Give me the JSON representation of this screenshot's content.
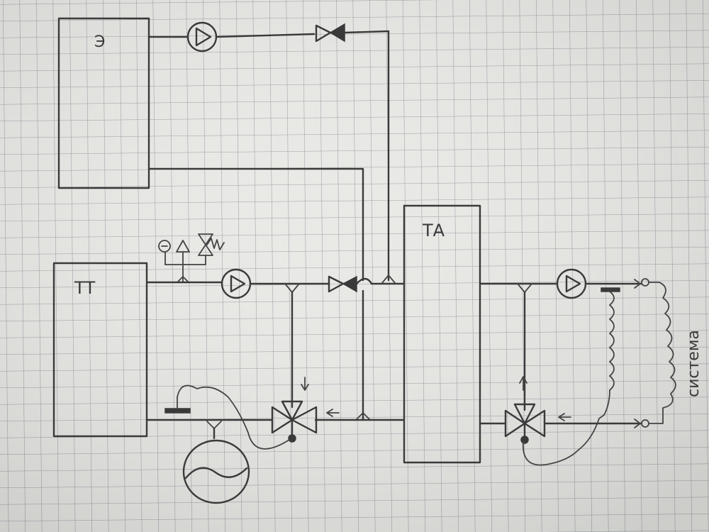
{
  "labels": {
    "boiler": "Э",
    "solid_fuel_boiler": "ТТ",
    "heat_accumulator": "ТА",
    "heating_system": "система"
  },
  "colors": {
    "paper": "#e9e9e6",
    "grid": "#9aa0a6",
    "ink": "#3a3a3a"
  }
}
